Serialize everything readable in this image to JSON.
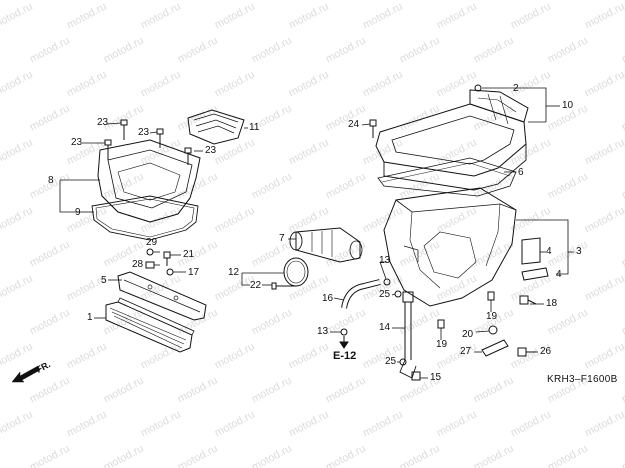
{
  "watermark": "motod.ru",
  "callouts": {
    "c1": "1",
    "c2": "2",
    "c3": "3",
    "c4a": "4",
    "c4b": "4",
    "c5": "5",
    "c6": "6",
    "c7": "7",
    "c8": "8",
    "c9": "9",
    "c10": "10",
    "c11": "11",
    "c12": "12",
    "c13a": "13",
    "c13b": "13",
    "c14": "14",
    "c15": "15",
    "c16": "16",
    "c17": "17",
    "c18": "18",
    "c19a": "19",
    "c19b": "19",
    "c20": "20",
    "c21": "21",
    "c22": "22",
    "c23a": "23",
    "c23b": "23",
    "c23c": "23",
    "c23d": "23",
    "c24": "24",
    "c25a": "25",
    "c25b": "25",
    "c26": "26",
    "c27": "27",
    "c28": "28",
    "c29": "29"
  },
  "reference": "E-12",
  "direction": "FR.",
  "drawing_code": "KRH3–F1600B"
}
